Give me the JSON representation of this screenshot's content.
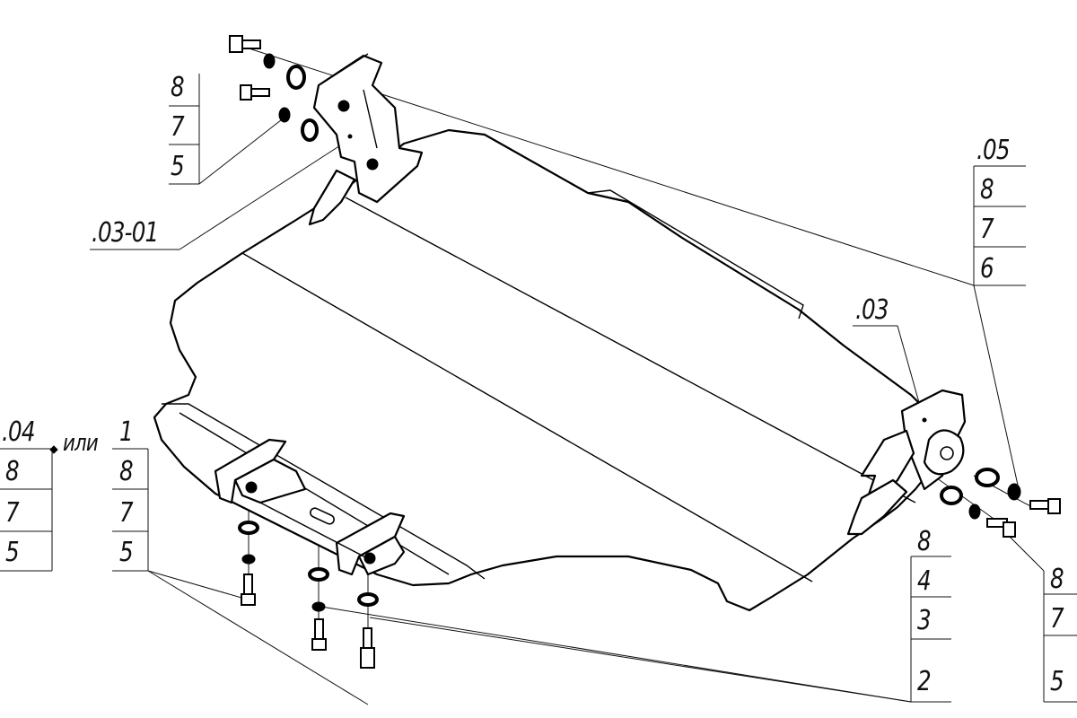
{
  "diagram": {
    "labels": {
      "top_left_stack": [
        "8",
        "7",
        "5"
      ],
      "bracket_front": ".03-01",
      "right_top_stack": [
        ".05",
        "8",
        "7",
        "6"
      ],
      "right_bracket": ".03",
      "left_stack_04": [
        ".04",
        "8",
        "7",
        "5"
      ],
      "or_text": "или",
      "left_stack_1": [
        "1",
        "8",
        "7",
        "5"
      ],
      "bottom_right_stack": [
        "8",
        "4",
        "3",
        "2"
      ],
      "right_bottom_stack": [
        "8",
        "7",
        "5"
      ]
    }
  }
}
